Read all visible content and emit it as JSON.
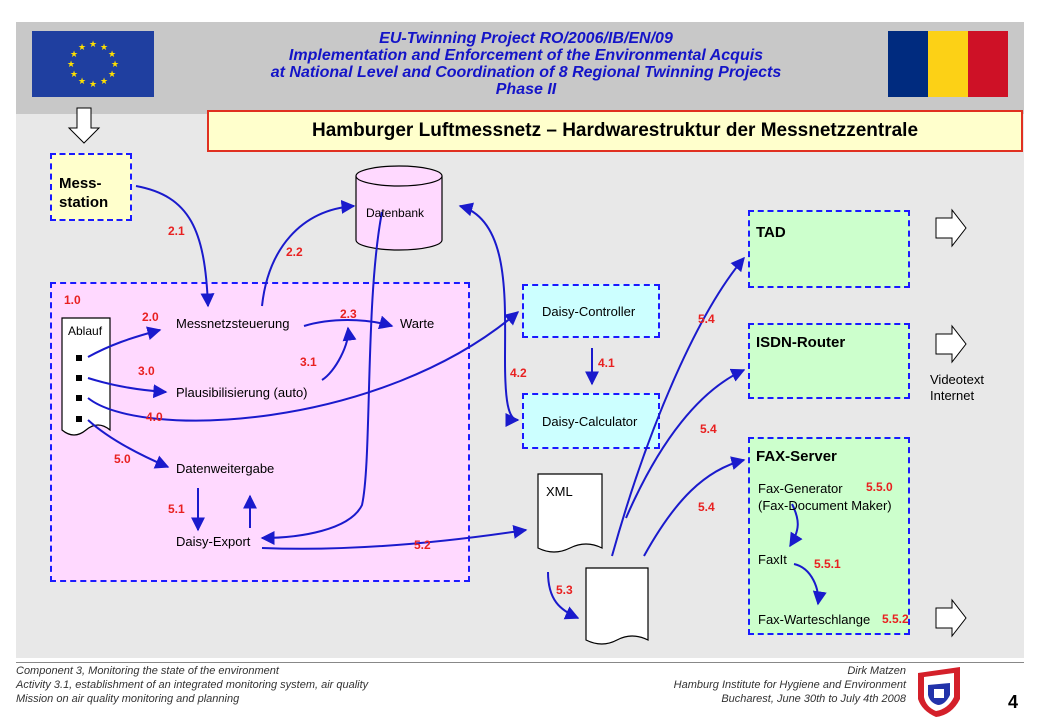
{
  "header": {
    "line1": "EU-Twinning Project RO/2006/IB/EN/09",
    "line2": "Implementation and Enforcement of the Environmental Acquis",
    "line3": "at National Level and Coordination of 8 Regional Twinning Projects",
    "line4": "Phase II"
  },
  "title": "Hamburger Luftmessnetz – Hardwarestruktur der Messnetzzentrale",
  "nodes": {
    "messstation_1": "Mess-",
    "messstation_2": "station",
    "datenbank": "Datenbank",
    "ablauf": "Ablauf",
    "messnetzsteuerung": "Messnetzsteuerung",
    "warte": "Warte",
    "plausibilisierung": "Plausibilisierung (auto)",
    "datenweitergabe": "Datenweitergabe",
    "daisy_export": "Daisy-Export",
    "daisy_controller": "Daisy-Controller",
    "daisy_calculator": "Daisy-Calculator",
    "xml": "XML",
    "tad": "TAD",
    "isdn_router": "ISDN-Router",
    "fax_server": "FAX-Server",
    "fax_generator": "Fax-Generator",
    "fax_document_maker": "(Fax-Document Maker)",
    "faxit": "FaxIt",
    "fax_warteschlange": "Fax-Warteschlange",
    "videotext": "Videotext",
    "internet": "Internet"
  },
  "step_labels": {
    "s2_1": "2.1",
    "s2_2": "2.2",
    "s1_0": "1.0",
    "s2_0": "2.0",
    "s2_3": "2.3",
    "s3_1": "3.1",
    "s3_0": "3.0",
    "s4_0": "4.0",
    "s5_0": "5.0",
    "s5_1": "5.1",
    "s5_2": "5.2",
    "s4_2": "4.2",
    "s4_1": "4.1",
    "s5_3": "5.3",
    "s5_4a": "5.4",
    "s5_4b": "5.4",
    "s5_4c": "5.4",
    "s5_5_0": "5.5.0",
    "s5_5_1": "5.5.1",
    "s5_5_2": "5.5.2"
  },
  "footer": {
    "left1": "Component 3, Monitoring the state of the environment",
    "left2": "Activity 3.1, establishment of an integrated monitoring system, air quality",
    "left3": "Mission on air quality monitoring and planning",
    "right1": "Dirk Matzen",
    "right2": "Hamburg Institute for Hygiene and Environment",
    "right3": "Bucharest, June 30th to July 4th 2008",
    "page": "4"
  },
  "colors": {
    "arrow": "#1a1acc",
    "step_label": "#e82020",
    "pink_panel": "#ffd9ff",
    "green_panel": "#ccffcc",
    "blue_panel": "#ccffff",
    "romania": [
      "#002b7f",
      "#fcd116",
      "#ce1126"
    ]
  }
}
